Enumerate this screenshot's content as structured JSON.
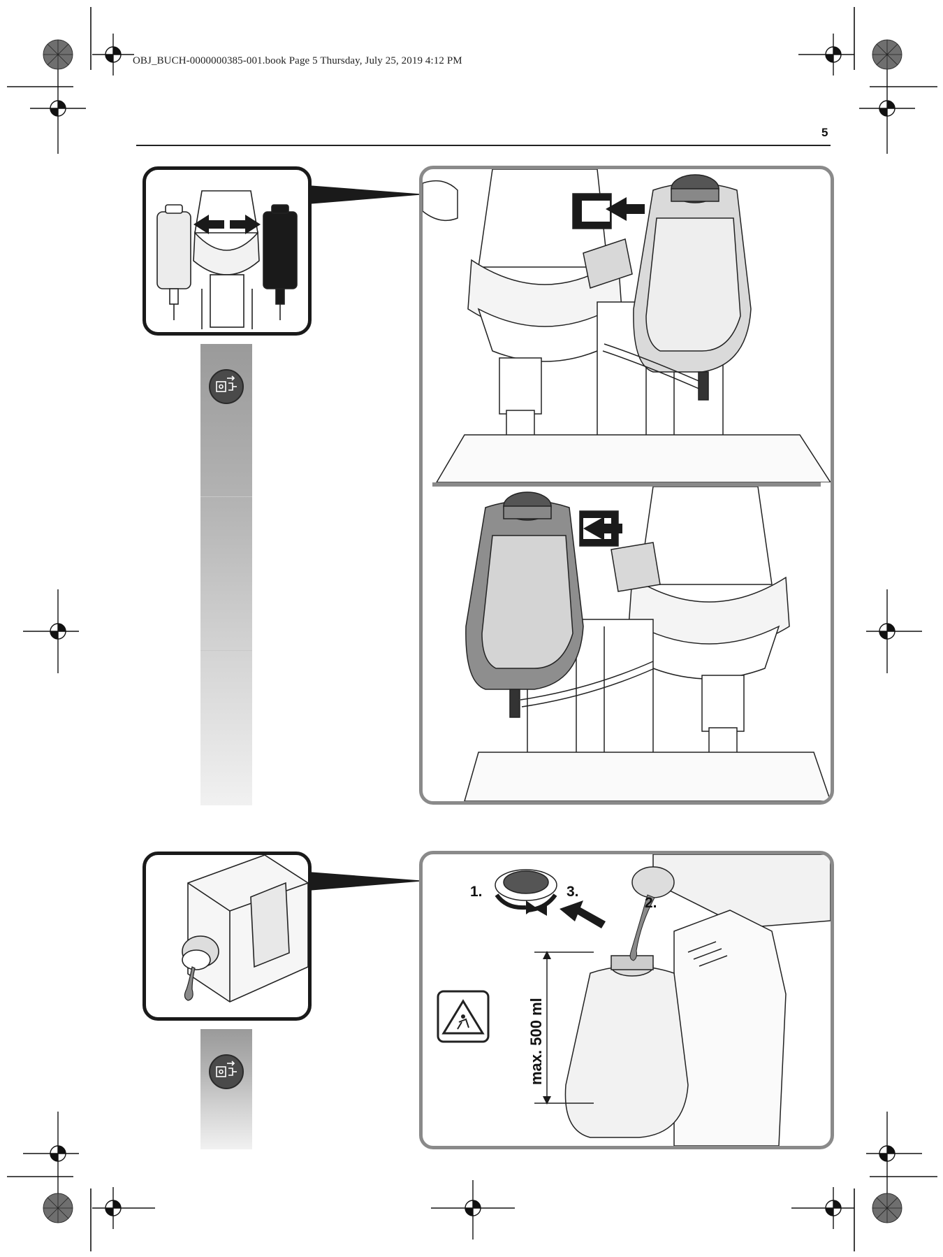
{
  "header": {
    "slug": "OBJ_BUCH-0000000385-001.book  Page 5  Thursday, July 25, 2019  4:12 PM",
    "page_number": "5"
  },
  "figure_top": {
    "thumbnail": "bottle-mount-left-right-icon",
    "safety_icon": "unplug-before-work-icon"
  },
  "figure_bottom": {
    "thumbnail": "coolant-bottle-pour-icon",
    "safety_icon": "unplug-before-work-icon",
    "step1": "1.",
    "step2": "2.",
    "step3": "3.",
    "max_label": "max. 500 ml",
    "warning_icon": "slippery-floor-warning-icon"
  },
  "colors": {
    "frame_dark": "#1a1a1a",
    "frame_grey": "#8a8a8a",
    "strip_top": "#9a9a9a",
    "strip_bottom": "#f1f1f1"
  }
}
